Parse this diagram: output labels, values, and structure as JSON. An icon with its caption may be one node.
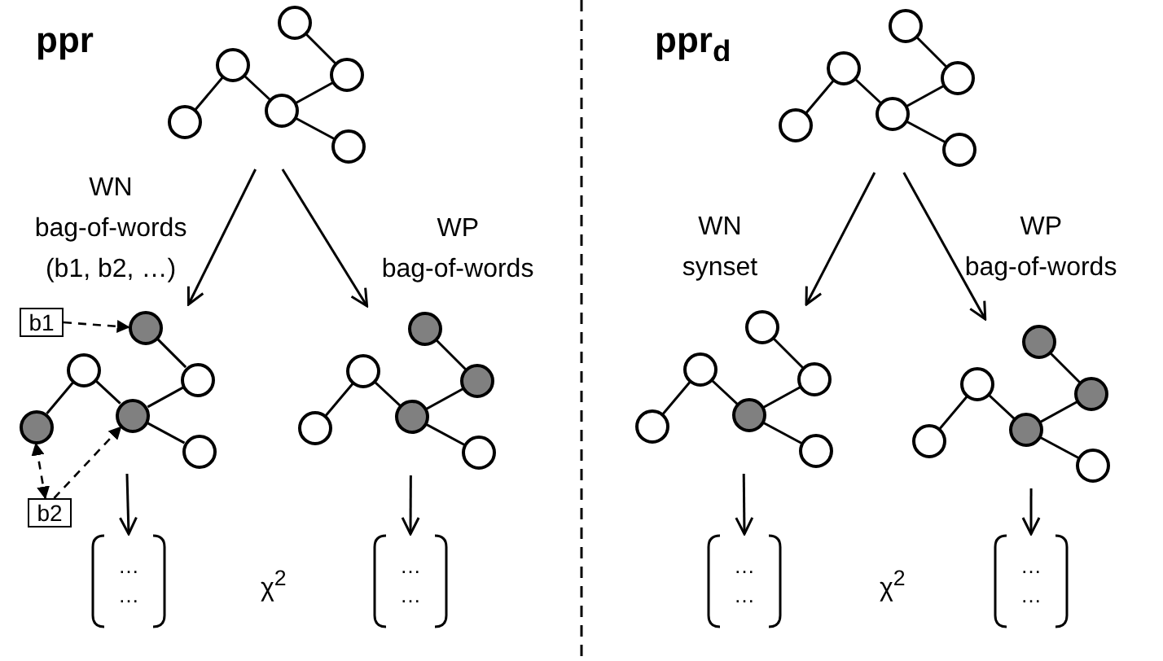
{
  "diagram": {
    "nodes": [
      {
        "text": [],
        "shape": "graph"
      },
      {
        "text": [],
        "shape": "graph"
      },
      {
        "text": [],
        "shape": "circle",
        "in": 1
      },
      {
        "text": [],
        "shape": "circle",
        "in": 1
      },
      {
        "text": [],
        "shape": "circle",
        "in": 1
      },
      {
        "text": [],
        "shape": "circle",
        "in": 1
      },
      {
        "text": [],
        "shape": "circle",
        "in": 1
      },
      {
        "text": [],
        "shape": "circle",
        "in": 1
      },
      {
        "text": [
          "b1"
        ]
      },
      {
        "text": [
          "b2"
        ]
      },
      {
        "text": [],
        "shape": "graph"
      },
      {
        "text": [
          "…",
          "…"
        ]
      },
      {
        "text": [
          "…",
          "…"
        ]
      },
      {
        "text": [],
        "shape": "graph"
      },
      {
        "text": [],
        "shape": "graph"
      },
      {
        "text": [],
        "shape": "graph"
      },
      {
        "text": [
          "…",
          "…"
        ]
      },
      {
        "text": [
          "…",
          "…"
        ]
      }
    ],
    "edges": [
      {
        "from": 0,
        "to": 1,
        "arrow": "to",
        "label": "WN bag-of-words (b1, b2, …)"
      },
      {
        "from": 0,
        "to": 10,
        "arrow": "to",
        "label": "WP bag-of-words"
      },
      {
        "from": 8,
        "to": 2,
        "arrow": "to",
        "style": "dashed"
      },
      {
        "from": 9,
        "to": 5,
        "arrow": "both",
        "style": "dashed"
      },
      {
        "from": 9,
        "to": 6,
        "arrow": "to",
        "style": "dashed"
      },
      {
        "from": 1,
        "to": 11,
        "arrow": "to"
      },
      {
        "from": 10,
        "to": 12,
        "arrow": "to"
      },
      {
        "from": 13,
        "to": 14,
        "arrow": "to",
        "label": "WN synset"
      },
      {
        "from": 13,
        "to": 15,
        "arrow": "to",
        "label": "WP bag-of-words"
      },
      {
        "from": 14,
        "to": 16,
        "arrow": "to"
      },
      {
        "from": 15,
        "to": 17,
        "arrow": "to"
      },
      {
        "from": 2,
        "to": 4,
        "arrow": "none"
      },
      {
        "from": 3,
        "to": 5,
        "arrow": "none"
      },
      {
        "from": 3,
        "to": 6,
        "arrow": "none"
      },
      {
        "from": 4,
        "to": 6,
        "arrow": "none"
      },
      {
        "from": 6,
        "to": 7,
        "arrow": "none"
      }
    ],
    "labels": [
      "ppr",
      "ppr$_{d}$",
      "χ$^{2}$",
      "χ$^{2}$"
    ]
  }
}
